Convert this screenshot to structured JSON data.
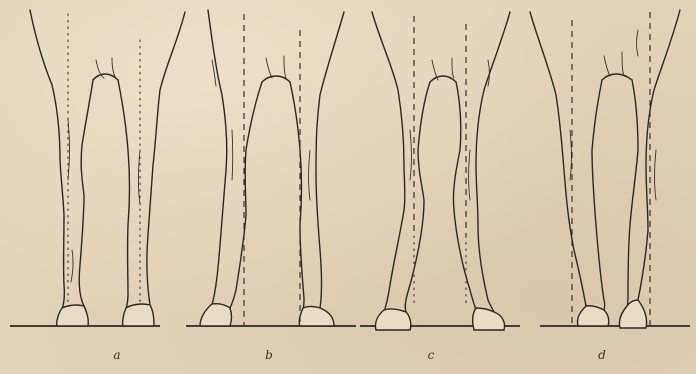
{
  "figure": {
    "panels": [
      {
        "id": "a",
        "label": "a"
      },
      {
        "id": "b",
        "label": "b"
      },
      {
        "id": "c",
        "label": "c"
      },
      {
        "id": "d",
        "label": "d"
      }
    ]
  }
}
